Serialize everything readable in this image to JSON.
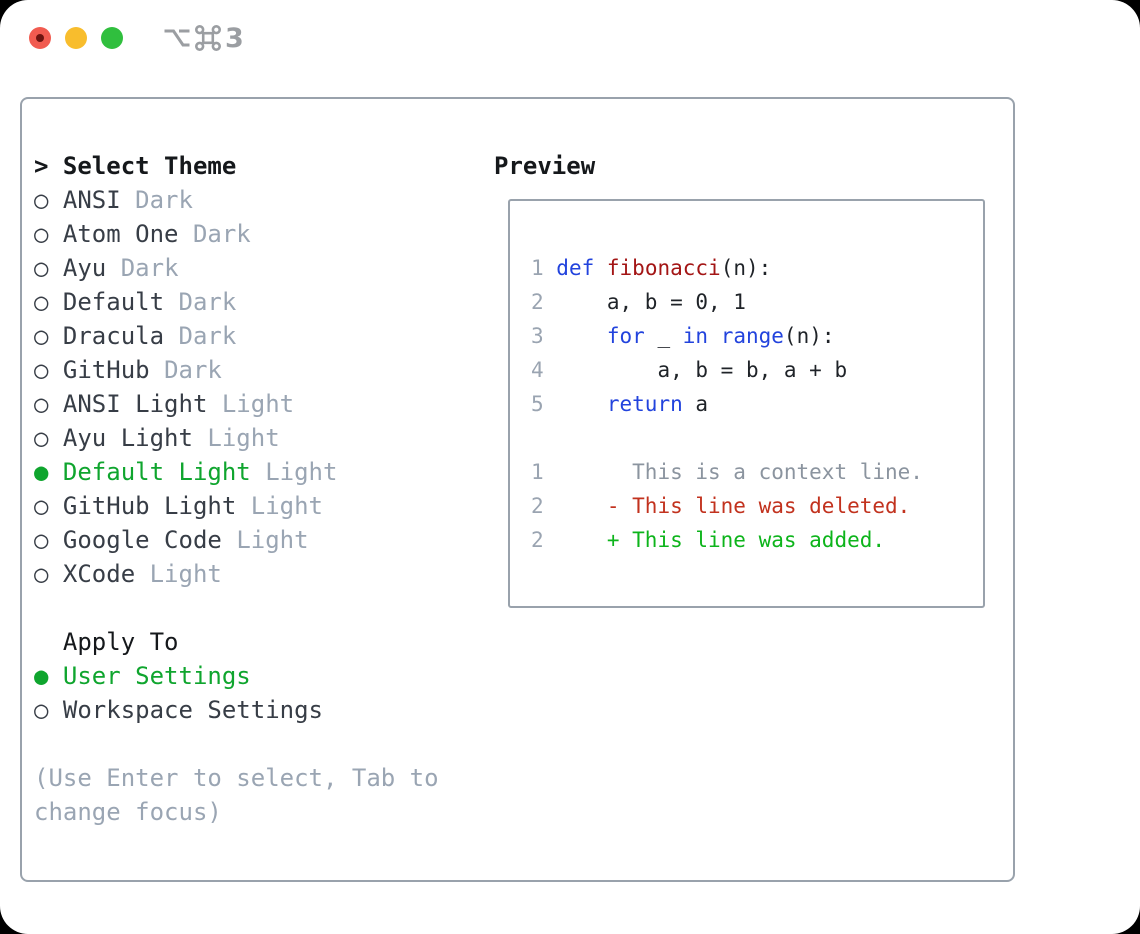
{
  "window": {
    "title": "⌥⌘3",
    "title_number": "3",
    "traffic_lights": [
      "close",
      "minimize",
      "zoom"
    ]
  },
  "selector": {
    "rows": [
      {
        "type": "header",
        "text": "> Select Theme"
      },
      {
        "type": "theme",
        "glyph": "○",
        "name": "ANSI",
        "tag": "Dark",
        "selected": false
      },
      {
        "type": "theme",
        "glyph": "○",
        "name": "Atom One",
        "tag": "Dark",
        "selected": false
      },
      {
        "type": "theme",
        "glyph": "○",
        "name": "Ayu",
        "tag": "Dark",
        "selected": false
      },
      {
        "type": "theme",
        "glyph": "○",
        "name": "Default",
        "tag": "Dark",
        "selected": false
      },
      {
        "type": "theme",
        "glyph": "○",
        "name": "Dracula",
        "tag": "Dark",
        "selected": false
      },
      {
        "type": "theme",
        "glyph": "○",
        "name": "GitHub",
        "tag": "Dark",
        "selected": false
      },
      {
        "type": "theme",
        "glyph": "○",
        "name": "ANSI Light",
        "tag": "Light",
        "selected": false
      },
      {
        "type": "theme",
        "glyph": "○",
        "name": "Ayu Light",
        "tag": "Light",
        "selected": false
      },
      {
        "type": "theme",
        "glyph": "●",
        "name": "Default Light",
        "tag": "Light",
        "selected": true
      },
      {
        "type": "theme",
        "glyph": "○",
        "name": "GitHub Light",
        "tag": "Light",
        "selected": false
      },
      {
        "type": "theme",
        "glyph": "○",
        "name": "Google Code",
        "tag": "Light",
        "selected": false
      },
      {
        "type": "theme",
        "glyph": "○",
        "name": "XCode",
        "tag": "Light",
        "selected": false
      },
      {
        "type": "blank"
      },
      {
        "type": "subheader",
        "text": "  Apply To"
      },
      {
        "type": "apply",
        "glyph": "●",
        "name": "User Settings",
        "selected": true
      },
      {
        "type": "apply",
        "glyph": "○",
        "name": "Workspace Settings",
        "selected": false
      },
      {
        "type": "blank"
      },
      {
        "type": "hint",
        "text": "(Use Enter to select, Tab to"
      },
      {
        "type": "hint",
        "text": "change focus)"
      }
    ]
  },
  "preview": {
    "heading": "Preview",
    "lines": [
      {
        "kind": "code",
        "num": "1",
        "tokens": [
          [
            "def",
            "kw"
          ],
          [
            " ",
            "tx"
          ],
          [
            "fibonacci",
            "fn"
          ],
          [
            "(n):",
            "tx"
          ]
        ]
      },
      {
        "kind": "code",
        "num": "2",
        "tokens": [
          [
            "    a, b = 0, 1",
            "tx"
          ]
        ]
      },
      {
        "kind": "code",
        "num": "3",
        "tokens": [
          [
            "    ",
            "tx"
          ],
          [
            "for",
            "kw"
          ],
          [
            " _ ",
            "tx"
          ],
          [
            "in",
            "kw"
          ],
          [
            " ",
            "tx"
          ],
          [
            "range",
            "kw"
          ],
          [
            "(n):",
            "tx"
          ]
        ]
      },
      {
        "kind": "code",
        "num": "4",
        "tokens": [
          [
            "        a, b = b, a + b",
            "tx"
          ]
        ]
      },
      {
        "kind": "code",
        "num": "5",
        "tokens": [
          [
            "    ",
            "tx"
          ],
          [
            "return",
            "kw"
          ],
          [
            " a",
            "tx"
          ]
        ]
      },
      {
        "kind": "blank"
      },
      {
        "kind": "diff-context",
        "num": "1",
        "tokens": [
          [
            "      This is a context line.",
            "ctx"
          ]
        ]
      },
      {
        "kind": "diff-deleted",
        "num": "2",
        "tokens": [
          [
            "    ",
            "tx"
          ],
          [
            "- This line was deleted.",
            "del"
          ]
        ]
      },
      {
        "kind": "diff-added",
        "num": "2",
        "tokens": [
          [
            "    ",
            "tx"
          ],
          [
            "+ This line was added.",
            "add"
          ]
        ]
      }
    ]
  },
  "colors": {
    "kw": "#2243dd",
    "fn": "#a31515",
    "tx": "#1f2328",
    "num": "#9aa4b1",
    "ctx": "#8b949f",
    "del": "#c2321e",
    "add": "#0db41b",
    "selection_green": "#0fa52e",
    "dim_gray": "#9aa5b3",
    "label_gray": "#373d46",
    "border_gray": "#99a2ac",
    "traffic_red": "#f15b50",
    "traffic_yellow": "#f8bd2d",
    "traffic_green": "#30bf3e"
  }
}
